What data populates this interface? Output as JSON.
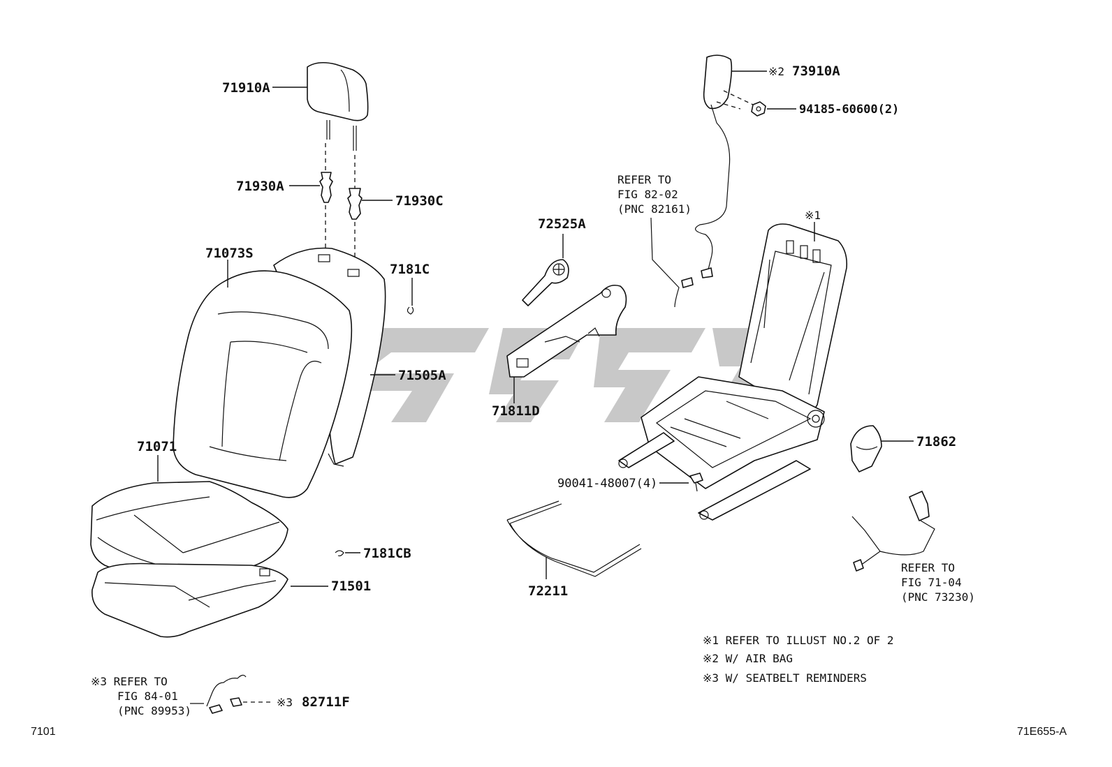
{
  "part_labels": {
    "p71910A": "71910A",
    "p71930A": "71930A",
    "p71930C": "71930C",
    "p71073S": "71073S",
    "p7181C": "7181C",
    "p71505A": "71505A",
    "p71071": "71071",
    "p7181CB": "7181CB",
    "p71501": "71501",
    "p72525A": "72525A",
    "p71811D": "71811D",
    "p90041": "90041-48007(4)",
    "p72211": "72211",
    "p73910A": "73910A",
    "p94185": "94185-60600(2)",
    "p71862": "71862",
    "p82711F": "82711F"
  },
  "marks": {
    "m73910A": "※2",
    "m82711F": "※3",
    "frame": "※1"
  },
  "references": {
    "fig82": [
      "REFER TO",
      "FIG 82-02",
      "(PNC 82161)"
    ],
    "fig71": [
      "REFER TO",
      "FIG 71-04",
      "(PNC 73230)"
    ],
    "fig84": [
      "※3 REFER TO",
      "FIG 84-01",
      "(PNC 89953)"
    ]
  },
  "notes": [
    "※1 REFER TO ILLUST NO.2 OF 2",
    "※2 W/ AIR BAG",
    "※3 W/ SEATBELT REMINDERS"
  ],
  "footer": {
    "left": "7101",
    "right": "71E655-A"
  }
}
